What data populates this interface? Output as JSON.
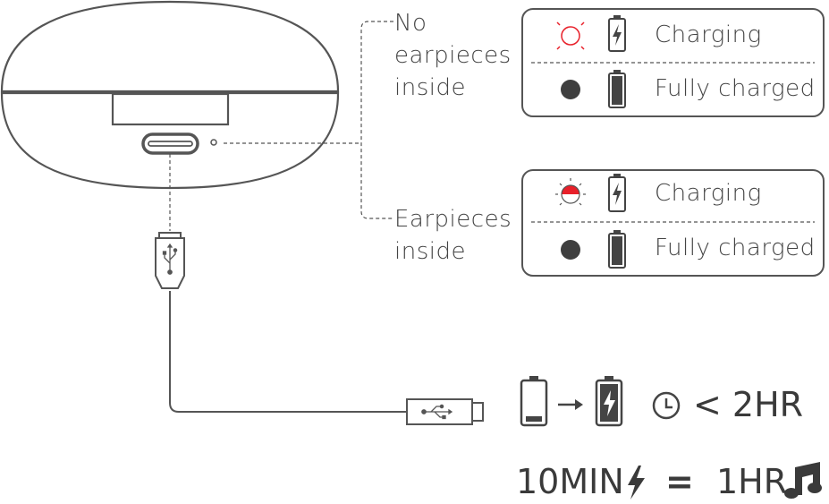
{
  "state_no_earpieces": {
    "label_line1": "No",
    "label_line2": "earpieces",
    "label_line3": "inside",
    "charging_label": "Charging",
    "full_label": "Fully charged"
  },
  "state_earpieces": {
    "label_line1": "Earpieces",
    "label_line2": "inside",
    "charging_label": "Charging",
    "full_label": "Fully charged"
  },
  "charge_time": {
    "time_text": "< 2HR"
  },
  "fast_charge": {
    "min_text": "10MIN",
    "equals": "=",
    "hr_text": "1HR"
  },
  "colors": {
    "line": "#555555",
    "led_red": "#e8202a",
    "led_dark": "#3f3f3f",
    "box_border": "#555555"
  },
  "icons": [
    "led-flashing-red-outline-icon",
    "battery-charging-icon",
    "led-solid-dark-icon",
    "battery-full-icon",
    "led-half-red-icon",
    "battery-low-icon",
    "arrow-right-icon",
    "clock-icon",
    "lightning-icon",
    "music-note-icon",
    "usb-symbol-icon",
    "usb-c-plug-icon",
    "usb-a-plug-icon"
  ]
}
